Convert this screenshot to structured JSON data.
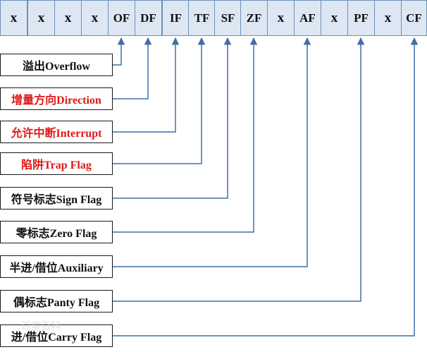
{
  "register_bits": [
    "x",
    "x",
    "x",
    "x",
    "OF",
    "DF",
    "IF",
    "TF",
    "SF",
    "ZF",
    "x",
    "AF",
    "x",
    "PF",
    "x",
    "CF"
  ],
  "flags": [
    {
      "bit": "OF",
      "label": "溢出Overflow",
      "color": "black"
    },
    {
      "bit": "DF",
      "label": "增量方向Direction",
      "color": "red"
    },
    {
      "bit": "IF",
      "label": "允许中断Interrupt",
      "color": "red"
    },
    {
      "bit": "TF",
      "label": "陷阱Trap Flag",
      "color": "red"
    },
    {
      "bit": "SF",
      "label": "符号标志Sign Flag",
      "color": "black"
    },
    {
      "bit": "ZF",
      "label": "零标志Zero Flag",
      "color": "black"
    },
    {
      "bit": "AF",
      "label": "半进/借位Auxiliary",
      "color": "black"
    },
    {
      "bit": "PF",
      "label": "偶标志Panty Flag",
      "color": "black"
    },
    {
      "bit": "CF",
      "label": "进/借位Carry Flag",
      "color": "black"
    }
  ],
  "watermark": "百度百科",
  "colors": {
    "cell_fill": "#dde7f3",
    "cell_border": "#6d8fb8",
    "connector": "#3f6ea8",
    "label_red": "#e01818",
    "label_black": "#111111"
  }
}
